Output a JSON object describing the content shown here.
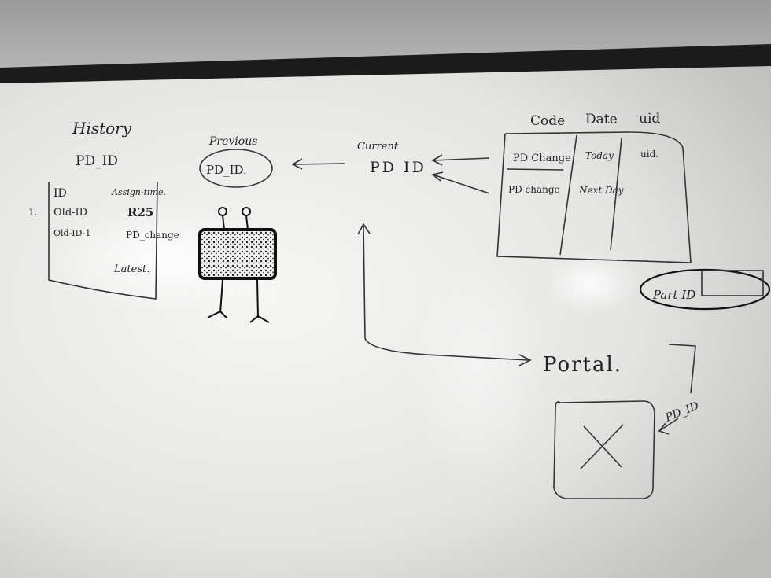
{
  "history": {
    "title": "History",
    "subtitle": "PD_ID",
    "col_id": "ID",
    "col_assign": "Assign-time.",
    "row_marker": "1.",
    "row1_id": "Old-ID",
    "row1_val": "R25",
    "row2_id": "Old-ID-1",
    "row2_val": "PD_change",
    "footer": "Latest."
  },
  "previous": {
    "label": "Previous",
    "value": "PD_ID."
  },
  "current": {
    "label": "Current",
    "value": "PD ID"
  },
  "table": {
    "headers": [
      "Code",
      "Date",
      "uid"
    ],
    "rows": [
      [
        "PD Change",
        "Today",
        "uid."
      ],
      [
        "PD change",
        "Next Day",
        ""
      ]
    ]
  },
  "part_id": {
    "label": "Part ID"
  },
  "portal": {
    "label": "Portal.",
    "param": "PD_ID"
  }
}
